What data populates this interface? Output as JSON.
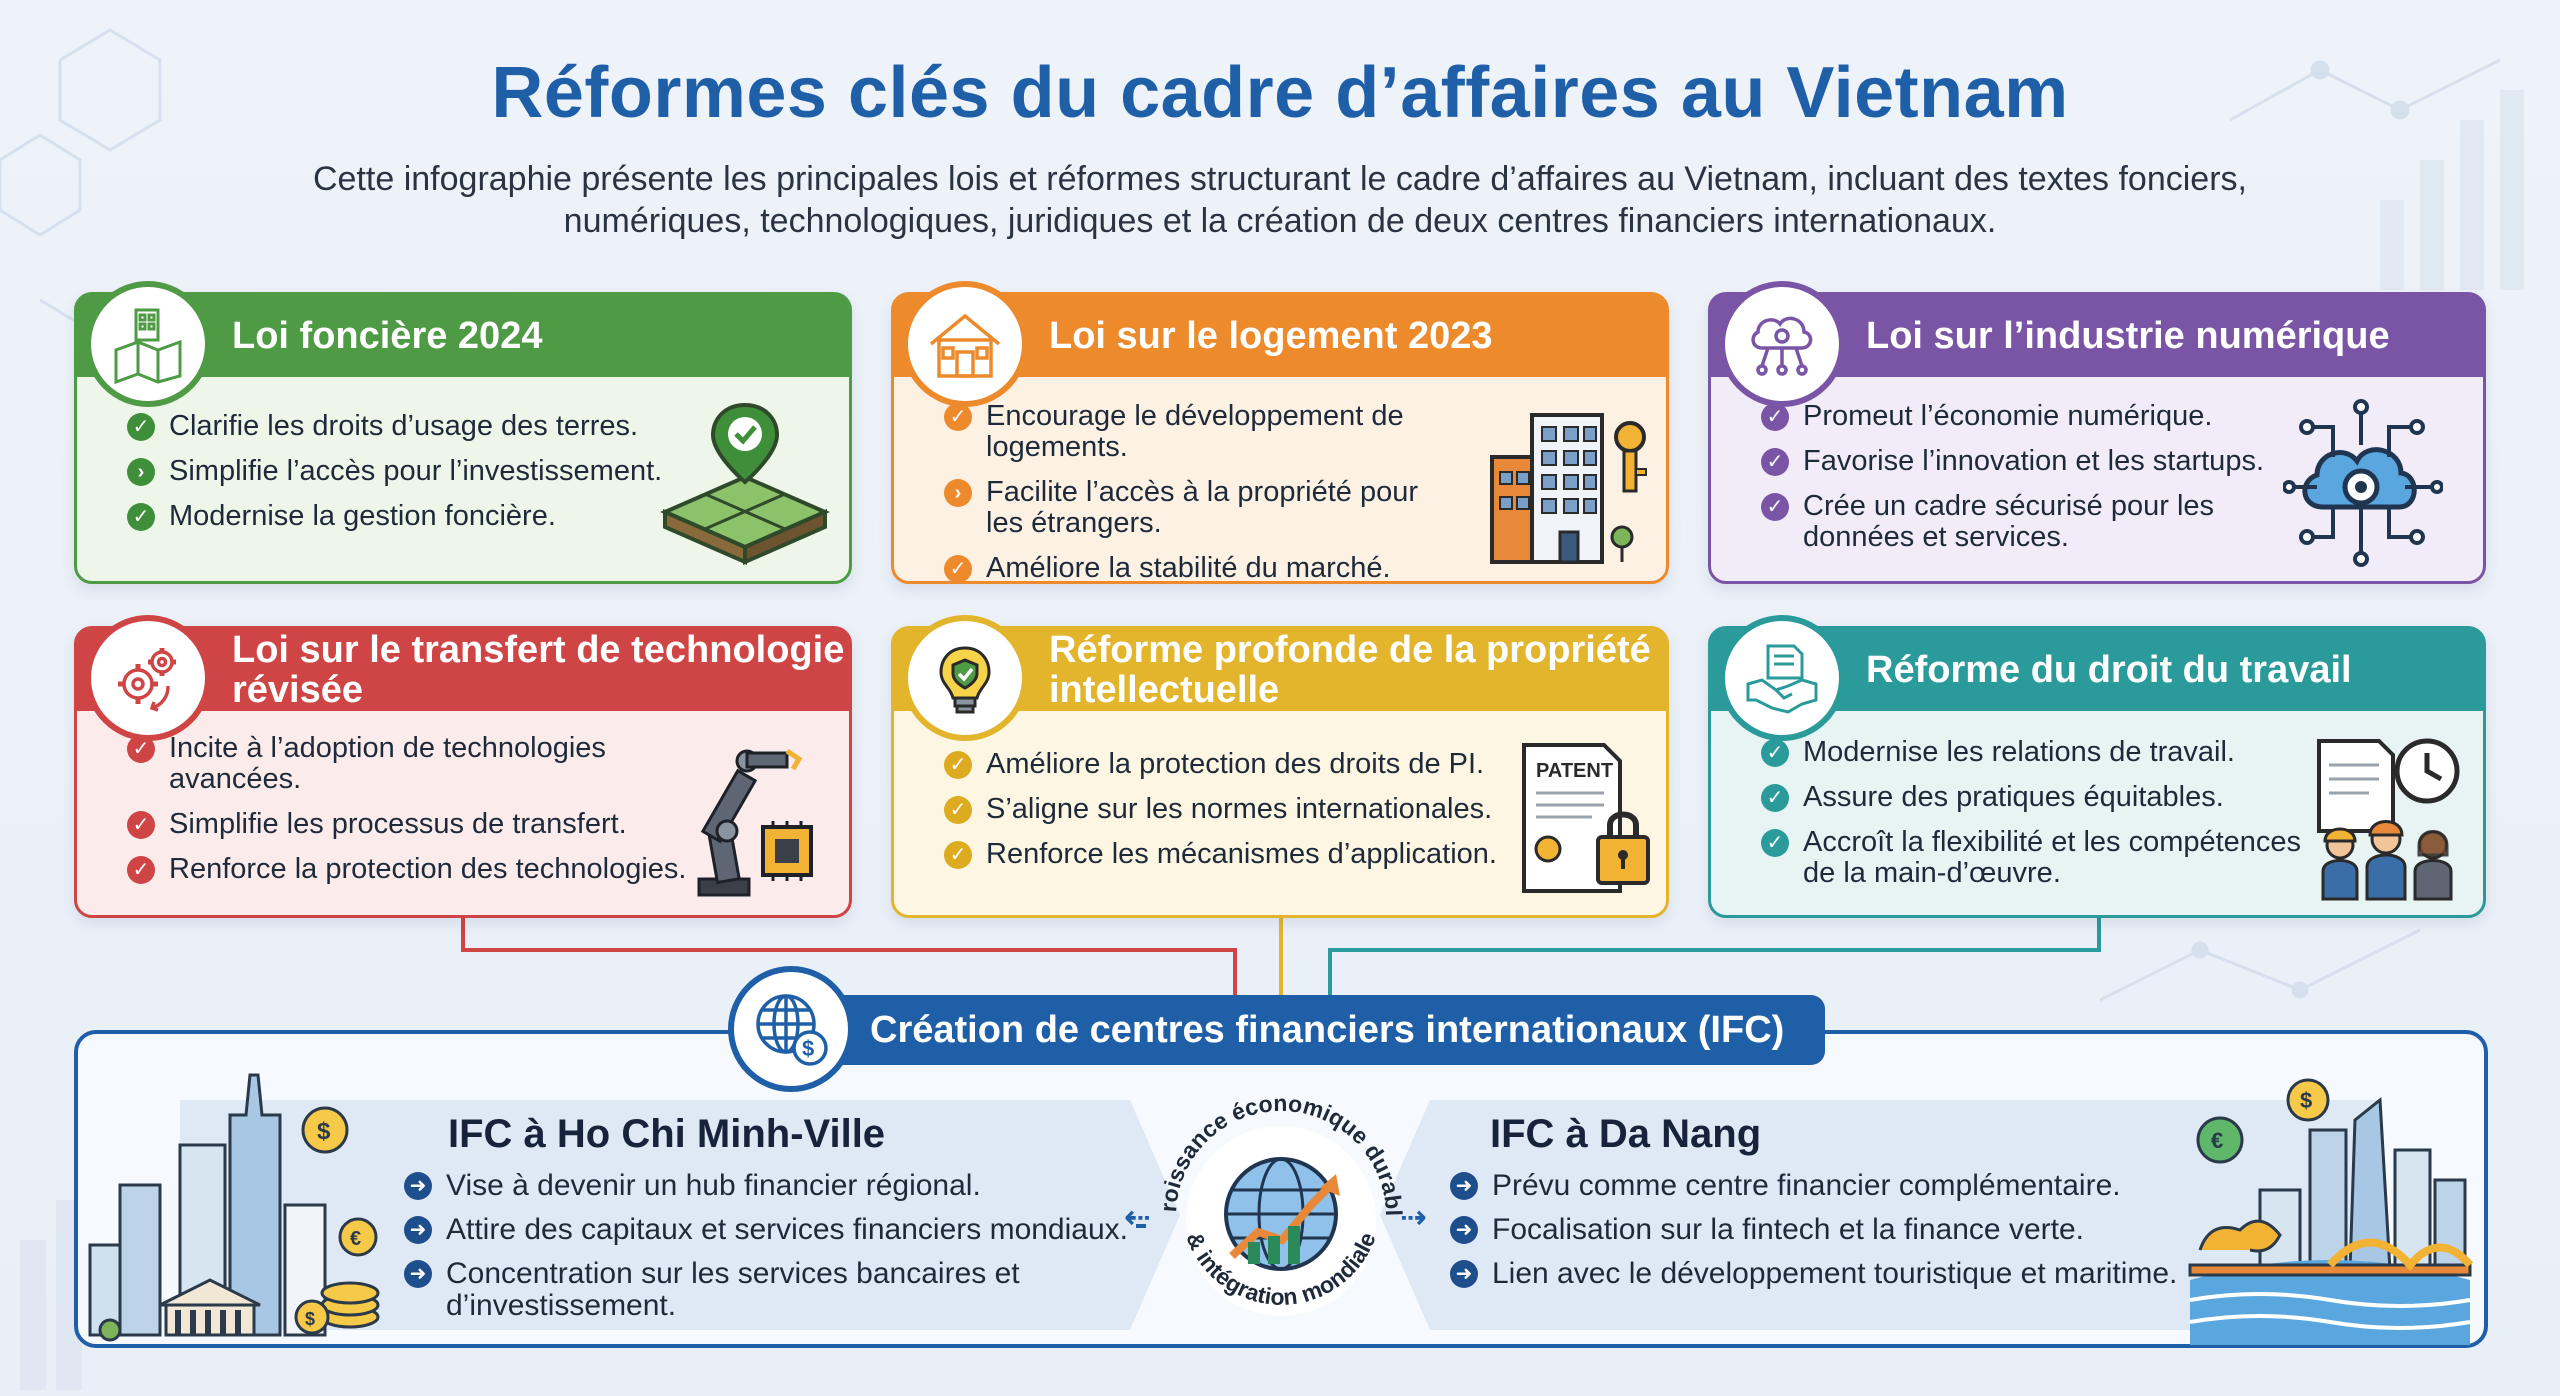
{
  "header": {
    "title": "Réformes clés du cadre d’affaires au Vietnam",
    "subtitle": "Cette infographie présente les principales lois et réformes structurant le cadre d’affaires au Vietnam, incluant des textes fonciers, numériques, technologiques, juridiques et la création de deux centres financiers internationaux."
  },
  "colors": {
    "title": "#1f5fa8",
    "green": "#4e9a45",
    "orange": "#ec8a2c",
    "purple": "#7a55a6",
    "red": "#cf4444",
    "yellow": "#e3b52c",
    "teal": "#2b9a9a",
    "ifc": "#1f5fa8"
  },
  "cards": [
    {
      "title": "Loi foncière 2024",
      "icon": "land-map-icon",
      "illustration": "land-plot-pin-icon",
      "bullet_icon": "check-icon",
      "items": [
        "Clarifie les droits d’usage des terres.",
        "Simplifie l’accès pour l’investissement.",
        "Modernise la gestion foncière."
      ]
    },
    {
      "title": "Loi sur le logement 2023",
      "icon": "house-icon",
      "illustration": "building-key-icon",
      "bullet_icon": "check-icon",
      "items": [
        "Encourage le développement de logements.",
        "Facilite l’accès à la propriété pour les étrangers.",
        "Améliore la stabilité du marché."
      ]
    },
    {
      "title": "Loi sur l’industrie numérique",
      "icon": "cloud-gear-icon",
      "illustration": "circuit-cloud-icon",
      "bullet_icon": "check-icon",
      "items": [
        "Promeut l’économie numérique.",
        "Favorise l’innovation et les startups.",
        "Crée un cadre sécurisé pour les données et services."
      ]
    },
    {
      "title": "Loi sur le transfert de technologie révisée",
      "icon": "gears-icon",
      "illustration": "robot-arm-chip-icon",
      "bullet_icon": "check-icon",
      "items": [
        "Incite à l’adoption de technologies avancées.",
        "Simplifie les processus de transfert.",
        "Renforce la protection des technologies."
      ]
    },
    {
      "title": "Réforme profonde de la propriété intellectuelle",
      "icon": "lightbulb-shield-icon",
      "illustration": "patent-lock-icon",
      "illustration_text": "PATENT",
      "bullet_icon": "check-icon",
      "items": [
        "Améliore la protection des droits de PI.",
        "S’aligne sur les normes internationales.",
        "Renforce les mécanismes d’application."
      ]
    },
    {
      "title": "Réforme du droit du travail",
      "icon": "handshake-document-icon",
      "illustration": "workers-clock-icon",
      "bullet_icon": "check-icon",
      "items": [
        "Modernise les relations de travail.",
        "Assure des pratiques équitables.",
        "Accroît la flexibilité et les compétences de la main-d’œuvre."
      ]
    }
  ],
  "ifc": {
    "banner": "Création de centres financiers internationaux (IFC)",
    "icon": "globe-dollar-icon",
    "left": {
      "title": "IFC à Ho Chi Minh-Ville",
      "illustration": "hcmc-skyline-coins-icon",
      "items": [
        "Vise à devenir un hub financier régional.",
        "Attire des capitaux et services financiers mondiaux.",
        "Concentration sur les services bancaires et d’investissement."
      ]
    },
    "center": {
      "arc_top": "Croissance économique durable",
      "arc_bottom": "& intégration mondiale",
      "icon": "globe-growth-chart-icon"
    },
    "right": {
      "title": "IFC à Da Nang",
      "illustration": "danang-dragon-bridge-icon",
      "items": [
        "Prévu comme centre financier complémentaire.",
        "Focalisation sur la fintech et la finance verte.",
        "Lien avec le développement touristique et maritime."
      ]
    },
    "bullet_icon": "arrow-right-circle-icon"
  }
}
